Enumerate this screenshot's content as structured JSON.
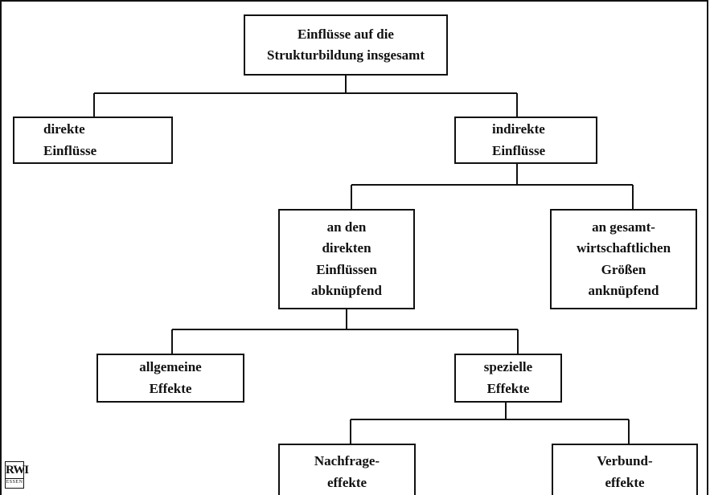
{
  "diagram": {
    "root": {
      "lines": [
        "Einflüsse auf die",
        "Strukturbildung insgesamt"
      ]
    },
    "direct": {
      "lines": [
        "direkte",
        "Einflüsse"
      ]
    },
    "indirect": {
      "lines": [
        "indirekte",
        "Einflüsse"
      ]
    },
    "ind_direct": {
      "lines": [
        "an den",
        "direkten",
        "Einflüssen",
        "abknüpfend"
      ]
    },
    "ind_macro": {
      "lines": [
        "an gesamt-",
        "wirtschaftlichen",
        "Größen",
        "anknüpfend"
      ]
    },
    "general": {
      "lines": [
        "allgemeine",
        "Effekte"
      ]
    },
    "special": {
      "lines": [
        "spezielle",
        "Effekte"
      ]
    },
    "demand": {
      "lines": [
        "Nachfrage-",
        "effekte"
      ]
    },
    "network": {
      "lines": [
        "Verbund-",
        "effekte"
      ]
    }
  },
  "logo": {
    "top": "RWI",
    "bottom": "ESSEN"
  }
}
